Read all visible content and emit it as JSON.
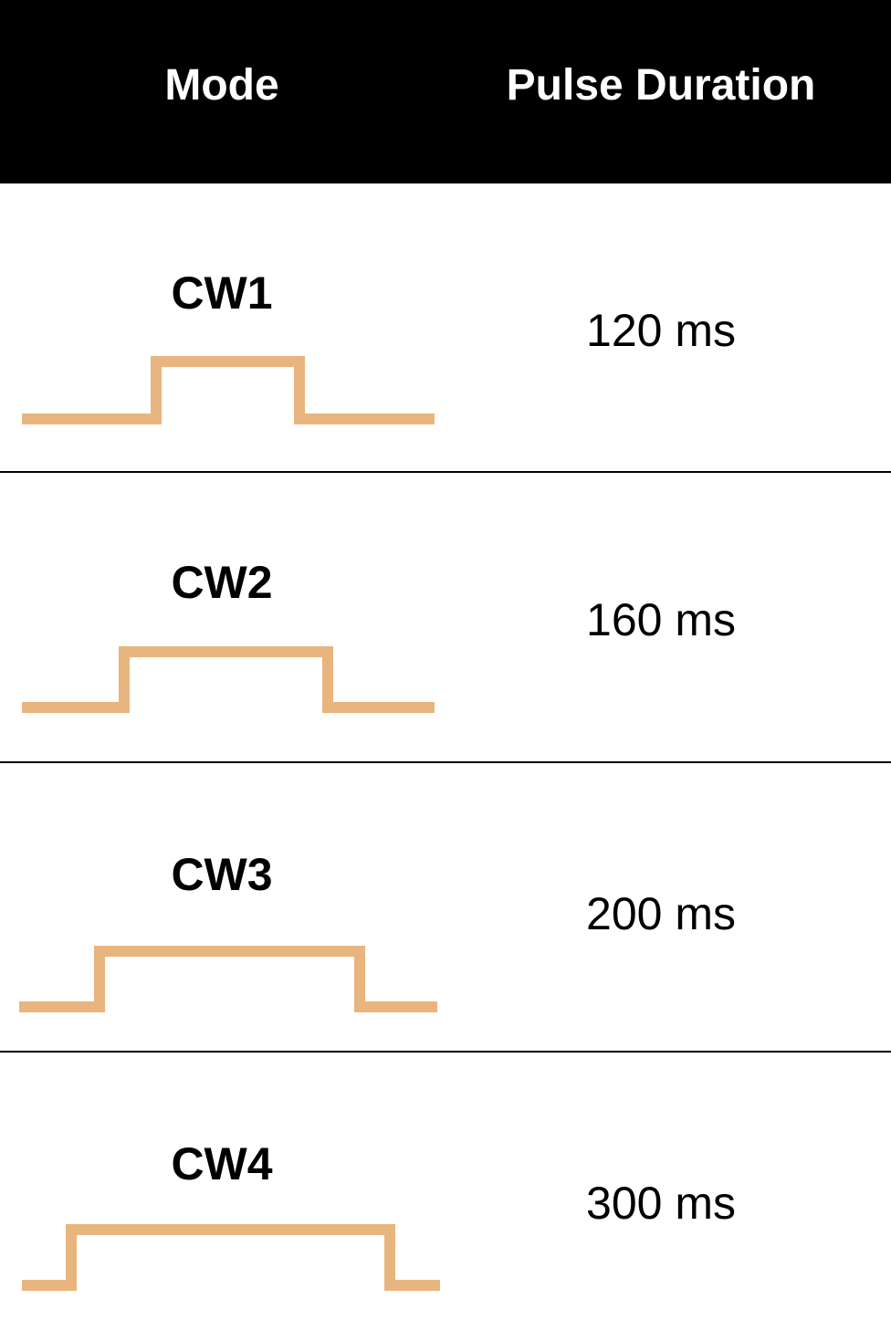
{
  "header": {
    "mode_label": "Mode",
    "duration_label": "Pulse Duration"
  },
  "pulse_color": "#E8B57F",
  "rows": [
    {
      "mode": "CW1",
      "duration": "120 ms"
    },
    {
      "mode": "CW2",
      "duration": "160 ms"
    },
    {
      "mode": "CW3",
      "duration": "200 ms"
    },
    {
      "mode": "CW4",
      "duration": "300 ms"
    }
  ]
}
